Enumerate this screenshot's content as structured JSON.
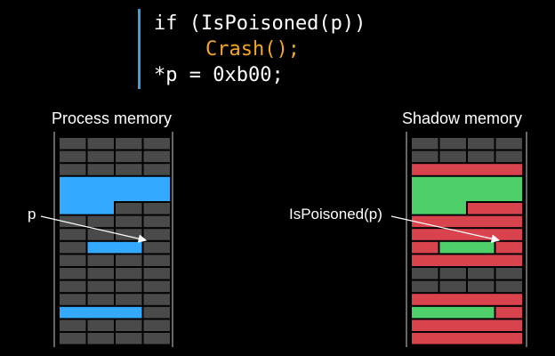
{
  "code": {
    "line1": "if (IsPoisoned(p))",
    "line2": "Crash();",
    "line3": "*p = 0xb00;"
  },
  "process_memory": {
    "title": "Process memory",
    "pointer_label": "p"
  },
  "shadow_memory": {
    "title": "Shadow memory",
    "pointer_label": "IsPoisoned(p)"
  },
  "colors": {
    "background": "#000000",
    "code_bar": "#3a9ee0",
    "code_highlight": "#f5a623",
    "unused_cell": "#4a4a4a",
    "allocated": "#33aaff",
    "poisoned": "#d9434e",
    "addressable": "#4fcf6a"
  }
}
